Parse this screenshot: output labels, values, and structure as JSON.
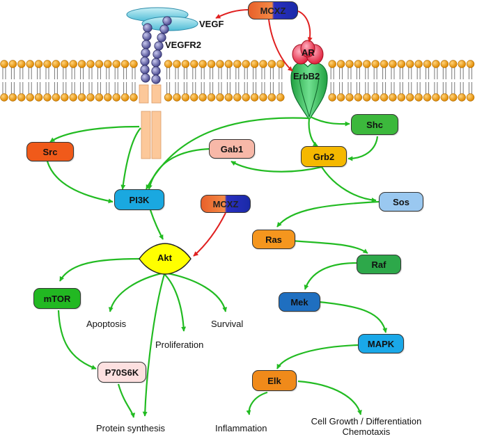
{
  "drug_label": "MCXZ",
  "receptors": {
    "vegf": "VEGF",
    "vegfr2": "VEGFR2",
    "ar": "AR",
    "erbb2": "ErbB2"
  },
  "nodes": {
    "src": "Src",
    "pi3k": "PI3K",
    "gab1": "Gab1",
    "grb2": "Grb2",
    "shc": "Shc",
    "sos": "Sos",
    "ras": "Ras",
    "raf": "Raf",
    "mek": "Mek",
    "mapk": "MAPK",
    "elk": "Elk",
    "akt": "Akt",
    "mtor": "mTOR",
    "p70s6k": "P70S6K"
  },
  "outcomes": {
    "apoptosis": "Apoptosis",
    "survival": "Survival",
    "proliferation": "Proliferation",
    "protein_synthesis": "Protein synthesis",
    "inflammation": "Inflammation",
    "cell_growth_line1": "Cell Growth / Differentiation",
    "cell_growth_line2": "Chemotaxis"
  },
  "colors": {
    "activation_arrow": "#22bb22",
    "drug_arrow": "#e02020",
    "membrane_head": "#f0a020",
    "src": "#f05a1a",
    "pi3k": "#1aa8e0",
    "gab1": "#f7b8a8",
    "grb2": "#f5b800",
    "shc": "#3cb83c",
    "sos": "#9ac8f0",
    "ras": "#f5961e",
    "raf": "#2da84a",
    "mek": "#1f6fc0",
    "mapk": "#1aa8e8",
    "elk": "#f08a1a",
    "akt": "#ffff00",
    "mtor": "#22b822",
    "p70s6k": "#fde0e0"
  }
}
